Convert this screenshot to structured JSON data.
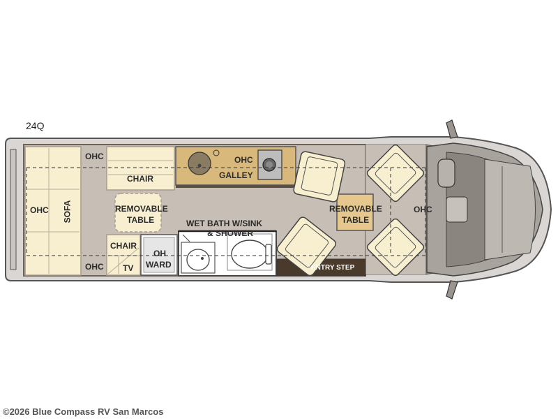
{
  "model": "24Q",
  "credit": "©2026 Blue Compass RV San Marcos",
  "labels": {
    "ohc_rear_left": "OHC",
    "ohc_top_rear": "OHC",
    "ohc_bottom_rear": "OHC",
    "ohc_galley": "OHC",
    "ohc_front": "OHC",
    "sofa": "SOFA",
    "chair_top": "CHAIR",
    "removable_table_rear_1": "REMOVABLE",
    "removable_table_rear_2": "TABLE",
    "chair_bottom": "CHAIR",
    "tv": "TV",
    "oh_ward_1": "OH",
    "oh_ward_2": "WARD",
    "galley": "GALLEY",
    "wet_bath_1": "WET BATH W/SINK",
    "wet_bath_2": "& SHOWER",
    "removable_table_front_1": "REMOVABLE",
    "removable_table_front_2": "TABLE",
    "entry_step": "ENTRY STEP"
  }
}
